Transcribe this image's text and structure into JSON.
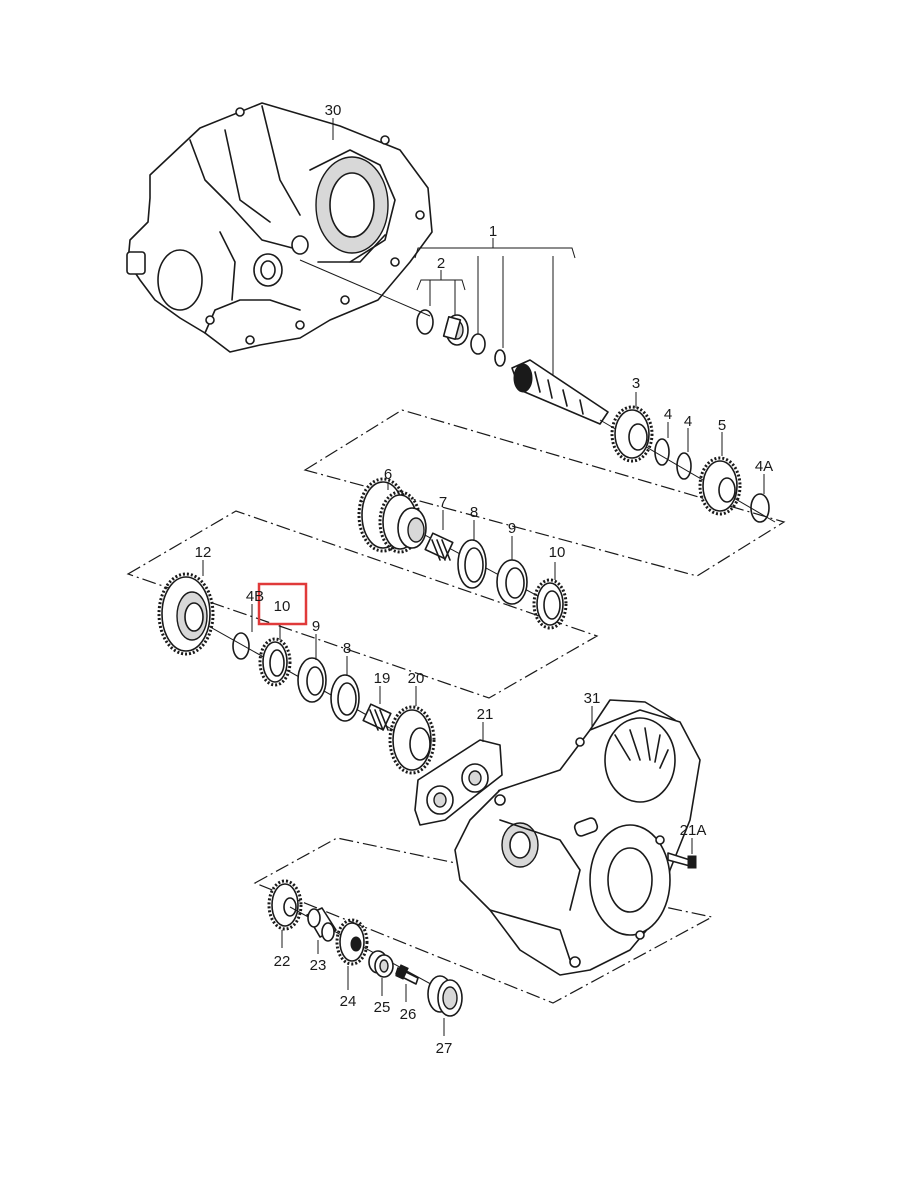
{
  "diagram": {
    "highlight_color": "#e03a3a",
    "line_color": "#1a1a1a",
    "highlighted_part": "10",
    "parts": {
      "p1": "1",
      "p2": "2",
      "p3": "3",
      "p4a": "4",
      "p4b": "4",
      "p5": "5",
      "p4A": "4A",
      "p4B": "4B",
      "p6": "6",
      "p7": "7",
      "p8a": "8",
      "p8b": "8",
      "p9a": "9",
      "p9b": "9",
      "p10a": "10",
      "p10b": "10",
      "p12": "12",
      "p19": "19",
      "p20": "20",
      "p21": "21",
      "p21A": "21A",
      "p22": "22",
      "p23": "23",
      "p24": "24",
      "p25": "25",
      "p26": "26",
      "p27": "27",
      "p30": "30",
      "p31": "31"
    }
  }
}
